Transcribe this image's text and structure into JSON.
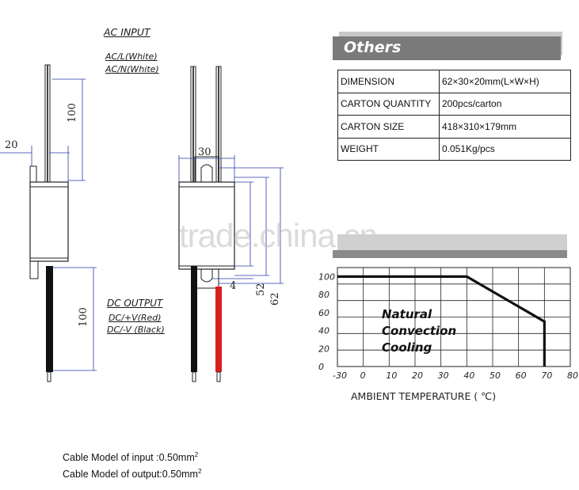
{
  "drawing": {
    "ac_input_title": "AC INPUT",
    "ac_l": "AC/L(White)",
    "ac_n": "AC/N(White)",
    "dc_output_title": "DC OUTPUT",
    "dc_pos": "DC/+V(Red)",
    "dc_neg": "DC/-V (Black)",
    "dim_20": "20",
    "dim_100_top": "100",
    "dim_100_bottom": "100",
    "dim_30": "30",
    "dim_4": "4",
    "dim_52": "52",
    "dim_62": "62"
  },
  "others": {
    "title": "Others",
    "rows": [
      {
        "label": "DIMENSION",
        "value": "62×30×20mm(L×W×H)"
      },
      {
        "label": "CARTON QUANTITY",
        "value": "200pcs/carton"
      },
      {
        "label": "CARTON SIZE",
        "value": "418×310×179mm"
      },
      {
        "label": "WEIGHT",
        "value": "0.051Kg/pcs"
      }
    ]
  },
  "chart_data": {
    "type": "line",
    "title": "",
    "xlabel": "AMBIENT TEMPERATURE ( ℃)",
    "ylabel": "",
    "x_ticks": [
      "-30",
      "0",
      "10",
      "20",
      "30",
      "40",
      "50",
      "60",
      "70",
      "80"
    ],
    "y_ticks": [
      "0",
      "20",
      "40",
      "60",
      "80",
      "100"
    ],
    "xlim": [
      -30,
      80
    ],
    "ylim": [
      0,
      110
    ],
    "grid": true,
    "series": [
      {
        "x": [
          -30,
          40,
          70,
          70
        ],
        "y": [
          100,
          100,
          50,
          0
        ]
      }
    ],
    "annotation_lines": [
      "Natural",
      "Convection",
      "Cooling"
    ]
  },
  "cables": {
    "input_label": "Cable Model of input :0.50mm",
    "output_label": "Cable Model of output:0.50mm",
    "superscript": "2"
  },
  "watermark": "trade.china.cn"
}
